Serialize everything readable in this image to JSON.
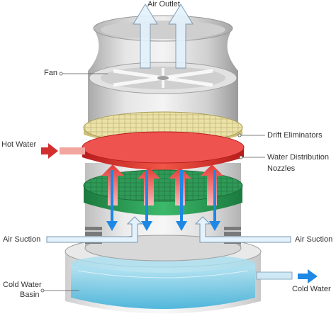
{
  "labels": {
    "air_outlet": "Air Outlet",
    "fan": "Fan",
    "hot_water": "Hot Water",
    "drift_eliminators": "Drift Eliminators",
    "water_distribution_line1": "Water Distribution",
    "water_distribution_line2": "Nozzles",
    "air_suction_left": "Air Suction",
    "air_suction_right": "Air Suction",
    "cold_water_basin_line1": "Cold Water",
    "cold_water_basin_line2": "Basin",
    "cold_water": "Cold Water"
  },
  "colors": {
    "tower_shell": "#d9d9d9",
    "drift_eliminator": "#e8e0a8",
    "distribution_disc": "#e53935",
    "fill_media": "#2e9e58",
    "basin_water": "#7fd0ea",
    "hot_arrow": "#d32f2f",
    "cold_arrow": "#1e88e5",
    "air_arrow": "#e3f2fd"
  }
}
